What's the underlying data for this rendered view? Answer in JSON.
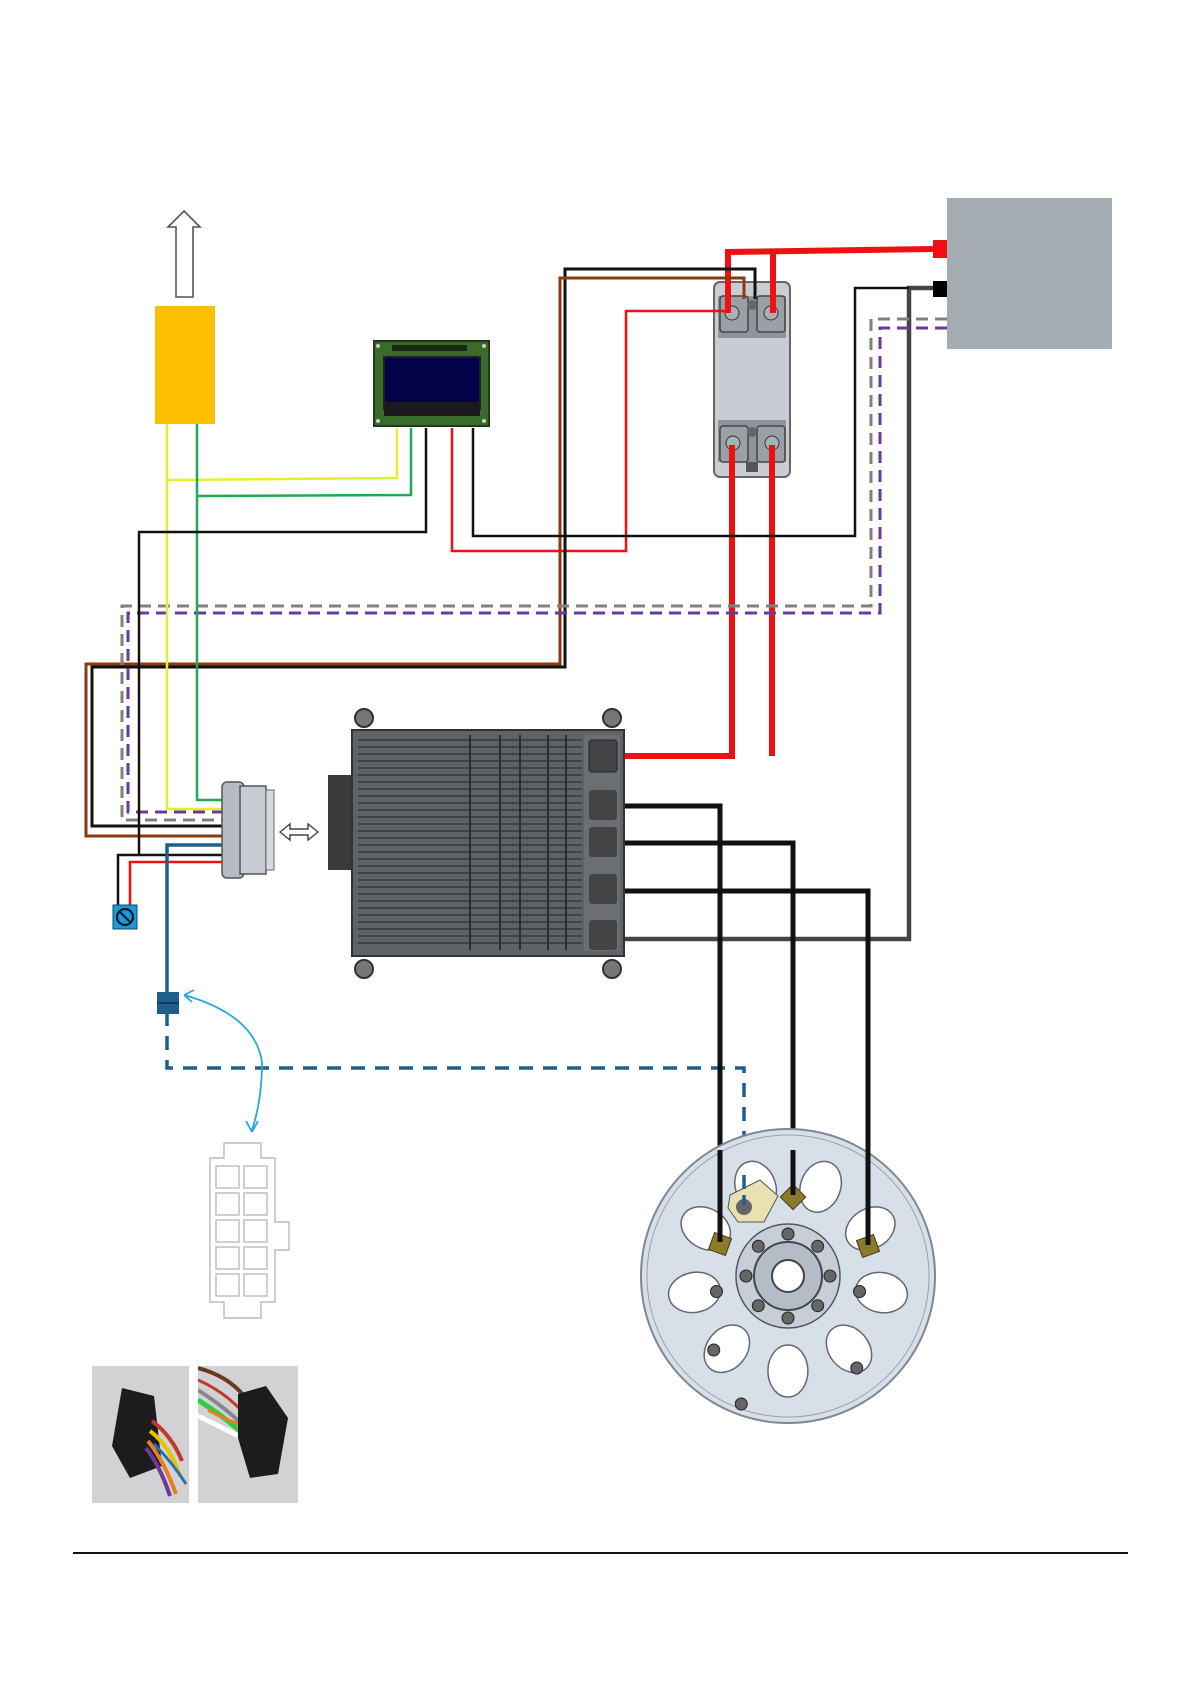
{
  "diagram": {
    "title": "",
    "components": [
      {
        "id": "output-arrow",
        "label": ""
      },
      {
        "id": "yellow-module",
        "label": ""
      },
      {
        "id": "lcd-display",
        "label": ""
      },
      {
        "id": "contactor",
        "label": ""
      },
      {
        "id": "battery",
        "label": ""
      },
      {
        "id": "motor-controller",
        "label": ""
      },
      {
        "id": "harness-connector",
        "label": ""
      },
      {
        "id": "key-switch",
        "label": ""
      },
      {
        "id": "sensor-connector",
        "label": ""
      },
      {
        "id": "ten-pin-connector",
        "label": ""
      },
      {
        "id": "hub-motor",
        "label": ""
      },
      {
        "id": "connector-photo-1",
        "label": ""
      },
      {
        "id": "connector-photo-2",
        "label": ""
      }
    ],
    "colors": {
      "yellow_module": "#fdc000",
      "battery": "#a3acb0",
      "lcd_board": "#3a6b2a",
      "lcd_screen": "#03034a",
      "wire_red": "#ee1111",
      "wire_black": "#111111",
      "wire_brown": "#8b3a0f",
      "wire_yellow": "#e6ee30",
      "wire_green": "#22a855",
      "wire_blue": "#1e5f8e",
      "wire_dash_gray": "#808080",
      "wire_dash_purple": "#6a3a9a",
      "wire_darkgray": "#444444",
      "arrow_cyan": "#2aa6e0",
      "keyswitch": "#1a9ad6",
      "footer_rule": "#111111"
    },
    "wires": [
      {
        "name": "battery-positive",
        "color": "red"
      },
      {
        "name": "battery-negative",
        "color": "darkgray"
      },
      {
        "name": "contactor-to-controller-1",
        "color": "red"
      },
      {
        "name": "contactor-to-controller-2",
        "color": "red"
      },
      {
        "name": "phase-u",
        "color": "black"
      },
      {
        "name": "phase-v",
        "color": "black"
      },
      {
        "name": "phase-w",
        "color": "black"
      },
      {
        "name": "hall-sensor",
        "color": "blue",
        "style": "dashed"
      },
      {
        "name": "can-high",
        "color": "yellow"
      },
      {
        "name": "can-low",
        "color": "green"
      },
      {
        "name": "signal-gray",
        "color": "gray",
        "style": "dashed"
      },
      {
        "name": "signal-purple",
        "color": "purple",
        "style": "dashed"
      },
      {
        "name": "coil-brown",
        "color": "brown"
      },
      {
        "name": "coil-black",
        "color": "black"
      }
    ]
  }
}
